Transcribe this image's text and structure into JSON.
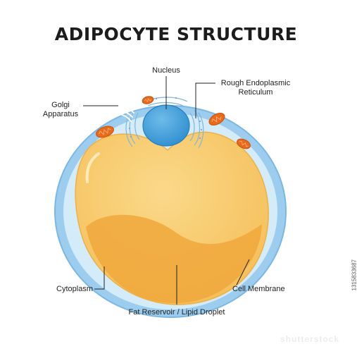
{
  "title": "ADIPOCYTE STRUCTURE",
  "labels": {
    "nucleus": "Nucleus",
    "rough_er_line1": "Rough Endoplasmic",
    "rough_er_line2": "Reticulum",
    "golgi_line1": "Golgi",
    "golgi_line2": "Apparatus",
    "cytoplasm": "Cytoplasm",
    "cell_membrane": "Cell Membrane",
    "lipid_droplet": "Fat Reservoir / Lipid Droplet"
  },
  "stock_id": "1315833687",
  "watermark": "shutterstock",
  "colors": {
    "membrane_outer": "#8fc5ea",
    "cytoplasm": "#cfe8f8",
    "lipid_light": "#f8cd6a",
    "lipid_dark": "#f0a638",
    "nucleus": "#4aa3dc",
    "mitochondria": "#ea6a1c",
    "leader_line": "#222222"
  }
}
